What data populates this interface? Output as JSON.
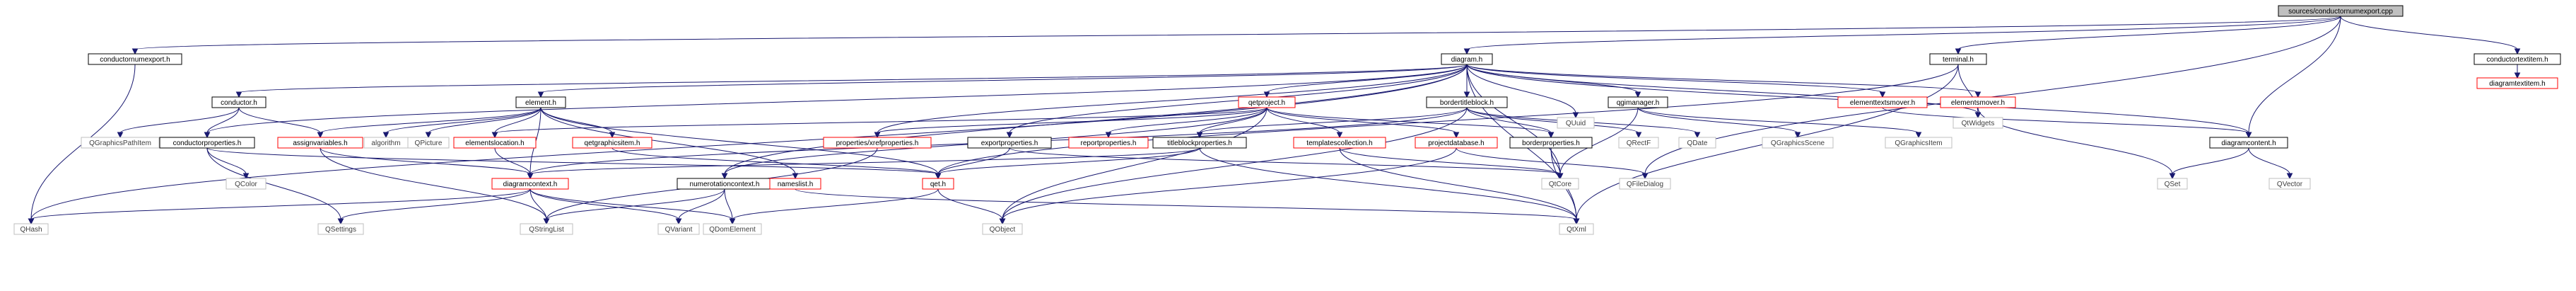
{
  "colors": {
    "edge": "#191970",
    "root_fill": "#bfbfbf",
    "documented_border": "#000000",
    "undocumented_border": "#ff0000",
    "system_header_border": "#bfbfbf",
    "system_header_text": "#3f3f3f",
    "text": "#000000"
  },
  "nodes": [
    {
      "id": "root",
      "label": "sources/conductornumexport.cpp",
      "kind": "root"
    },
    {
      "id": "conductornumexport_h",
      "label": "conductornumexport.h",
      "kind": "doc"
    },
    {
      "id": "diagram_h",
      "label": "diagram.h",
      "kind": "doc"
    },
    {
      "id": "terminal_h",
      "label": "terminal.h",
      "kind": "doc"
    },
    {
      "id": "conductortextitem_h",
      "label": "conductortextitem.h",
      "kind": "doc"
    },
    {
      "id": "diagramtextitem_h",
      "label": "diagramtextitem.h",
      "kind": "red"
    },
    {
      "id": "conductor_h",
      "label": "conductor.h",
      "kind": "doc"
    },
    {
      "id": "element_h",
      "label": "element.h",
      "kind": "doc"
    },
    {
      "id": "qetproject_h",
      "label": "qetproject.h",
      "kind": "red"
    },
    {
      "id": "bordertitleblock_h",
      "label": "bordertitleblock.h",
      "kind": "doc"
    },
    {
      "id": "qgimanager_h",
      "label": "qgimanager.h",
      "kind": "doc"
    },
    {
      "id": "elementtextsmover_h",
      "label": "elementtextsmover.h",
      "kind": "red"
    },
    {
      "id": "elementsmover_h",
      "label": "elementsmover.h",
      "kind": "red"
    },
    {
      "id": "QWidgets",
      "label": "QtWidgets",
      "kind": "sys"
    },
    {
      "id": "QUuid",
      "label": "QUuid",
      "kind": "sys"
    },
    {
      "id": "diagramcontent_h",
      "label": "diagramcontent.h",
      "kind": "doc"
    },
    {
      "id": "QGraphicsPathItem",
      "label": "QGraphicsPathItem",
      "kind": "sys"
    },
    {
      "id": "conductorproperties_h",
      "label": "conductorproperties.h",
      "kind": "doc"
    },
    {
      "id": "assignvariables_h",
      "label": "assignvariables.h",
      "kind": "red"
    },
    {
      "id": "algorithm",
      "label": "algorithm",
      "kind": "sys"
    },
    {
      "id": "QPicture",
      "label": "QPicture",
      "kind": "sys"
    },
    {
      "id": "elementslocation_h",
      "label": "elementslocation.h",
      "kind": "red"
    },
    {
      "id": "qetgraphicsitem_h",
      "label": "qetgraphicsitem.h",
      "kind": "red"
    },
    {
      "id": "properties_xrefproperties_h",
      "label": "properties/xrefproperties.h",
      "kind": "red"
    },
    {
      "id": "exportproperties_h",
      "label": "exportproperties.h",
      "kind": "doc"
    },
    {
      "id": "reportproperties_h",
      "label": "reportproperties.h",
      "kind": "red"
    },
    {
      "id": "titleblockproperties_h",
      "label": "titleblockproperties.h",
      "kind": "doc"
    },
    {
      "id": "templatescollection_h",
      "label": "templatescollection.h",
      "kind": "red"
    },
    {
      "id": "projectdatabase_h",
      "label": "projectdatabase.h",
      "kind": "red"
    },
    {
      "id": "borderproperties_h",
      "label": "borderproperties.h",
      "kind": "doc"
    },
    {
      "id": "QRectF",
      "label": "QRectF",
      "kind": "sys"
    },
    {
      "id": "QDate",
      "label": "QDate",
      "kind": "sys"
    },
    {
      "id": "QGraphicsScene",
      "label": "QGraphicsScene",
      "kind": "sys"
    },
    {
      "id": "QGraphicsItem",
      "label": "QGraphicsItem",
      "kind": "sys"
    },
    {
      "id": "QSet",
      "label": "QSet",
      "kind": "sys"
    },
    {
      "id": "QVector",
      "label": "QVector",
      "kind": "sys"
    },
    {
      "id": "QColor",
      "label": "QColor",
      "kind": "sys"
    },
    {
      "id": "diagramcontext_h",
      "label": "diagramcontext.h",
      "kind": "red"
    },
    {
      "id": "numerotationcontext_h",
      "label": "numerotationcontext.h",
      "kind": "doc"
    },
    {
      "id": "nameslist_h",
      "label": "nameslist.h",
      "kind": "red"
    },
    {
      "id": "qet_h",
      "label": "qet.h",
      "kind": "red"
    },
    {
      "id": "QtCore",
      "label": "QtCore",
      "kind": "sys"
    },
    {
      "id": "QFileDialog",
      "label": "QFileDialog",
      "kind": "sys"
    },
    {
      "id": "QHash",
      "label": "QHash",
      "kind": "sys"
    },
    {
      "id": "QSettings",
      "label": "QSettings",
      "kind": "sys"
    },
    {
      "id": "QStringList",
      "label": "QStringList",
      "kind": "sys"
    },
    {
      "id": "QVariant",
      "label": "QVariant",
      "kind": "sys"
    },
    {
      "id": "QDomElement",
      "label": "QDomElement",
      "kind": "sys"
    },
    {
      "id": "QObject",
      "label": "QObject",
      "kind": "sys"
    },
    {
      "id": "QtXml",
      "label": "QtXml",
      "kind": "sys"
    }
  ],
  "edges": [
    [
      "root",
      "conductornumexport_h"
    ],
    [
      "root",
      "diagram_h"
    ],
    [
      "root",
      "terminal_h"
    ],
    [
      "root",
      "conductortextitem_h"
    ],
    [
      "root",
      "diagramcontent_h"
    ],
    [
      "root",
      "QFileDialog"
    ],
    [
      "conductornumexport_h",
      "QHash"
    ],
    [
      "conductortextitem_h",
      "diagramtextitem_h"
    ],
    [
      "diagram_h",
      "conductor_h"
    ],
    [
      "diagram_h",
      "element_h"
    ],
    [
      "diagram_h",
      "qetproject_h"
    ],
    [
      "diagram_h",
      "bordertitleblock_h"
    ],
    [
      "diagram_h",
      "qgimanager_h"
    ],
    [
      "diagram_h",
      "elementtextsmover_h"
    ],
    [
      "diagram_h",
      "elementsmover_h"
    ],
    [
      "diagram_h",
      "QWidgets"
    ],
    [
      "diagram_h",
      "QUuid"
    ],
    [
      "diagram_h",
      "diagramcontent_h"
    ],
    [
      "diagram_h",
      "conductorproperties_h"
    ],
    [
      "diagram_h",
      "exportproperties_h"
    ],
    [
      "diagram_h",
      "properties_xrefproperties_h"
    ],
    [
      "diagram_h",
      "numerotationcontext_h"
    ],
    [
      "diagram_h",
      "QtCore"
    ],
    [
      "diagram_h",
      "QtXml"
    ],
    [
      "diagram_h",
      "QHash"
    ],
    [
      "terminal_h",
      "QWidgets"
    ],
    [
      "terminal_h",
      "qet_h"
    ],
    [
      "terminal_h",
      "QtXml"
    ],
    [
      "conductor_h",
      "QGraphicsPathItem"
    ],
    [
      "conductor_h",
      "conductorproperties_h"
    ],
    [
      "conductor_h",
      "assignvariables_h"
    ],
    [
      "element_h",
      "assignvariables_h"
    ],
    [
      "element_h",
      "algorithm"
    ],
    [
      "element_h",
      "QPicture"
    ],
    [
      "element_h",
      "elementslocation_h"
    ],
    [
      "element_h",
      "qetgraphicsitem_h"
    ],
    [
      "element_h",
      "nameslist_h"
    ],
    [
      "element_h",
      "qet_h"
    ],
    [
      "element_h",
      "diagramcontext_h"
    ],
    [
      "qetproject_h",
      "elementslocation_h"
    ],
    [
      "qetproject_h",
      "properties_xrefproperties_h"
    ],
    [
      "qetproject_h",
      "reportproperties_h"
    ],
    [
      "qetproject_h",
      "titleblockproperties_h"
    ],
    [
      "qetproject_h",
      "templatescollection_h"
    ],
    [
      "qetproject_h",
      "projectdatabase_h"
    ],
    [
      "qetproject_h",
      "borderproperties_h"
    ],
    [
      "qetproject_h",
      "numerotationcontext_h"
    ],
    [
      "qetproject_h",
      "QObject"
    ],
    [
      "bordertitleblock_h",
      "titleblockproperties_h"
    ],
    [
      "bordertitleblock_h",
      "borderproperties_h"
    ],
    [
      "bordertitleblock_h",
      "QRectF"
    ],
    [
      "bordertitleblock_h",
      "QDate"
    ],
    [
      "bordertitleblock_h",
      "QObject"
    ],
    [
      "bordertitleblock_h",
      "diagramcontext_h"
    ],
    [
      "qgimanager_h",
      "QGraphicsScene"
    ],
    [
      "qgimanager_h",
      "QGraphicsItem"
    ],
    [
      "qgimanager_h",
      "QtCore"
    ],
    [
      "elementtextsmover_h",
      "diagramcontent_h"
    ],
    [
      "elementsmover_h",
      "QSet"
    ],
    [
      "diagramcontent_h",
      "QSet"
    ],
    [
      "diagramcontent_h",
      "QVector"
    ],
    [
      "conductorproperties_h",
      "QColor"
    ],
    [
      "conductorproperties_h",
      "qet_h"
    ],
    [
      "conductorproperties_h",
      "QSettings"
    ],
    [
      "assignvariables_h",
      "diagramcontext_h"
    ],
    [
      "assignvariables_h",
      "QStringList"
    ],
    [
      "elementslocation_h",
      "diagramcontext_h"
    ],
    [
      "qetgraphicsitem_h",
      "qet_h"
    ],
    [
      "properties_xrefproperties_h",
      "QStringList"
    ],
    [
      "exportproperties_h",
      "qet_h"
    ],
    [
      "exportproperties_h",
      "QtCore"
    ],
    [
      "titleblockproperties_h",
      "diagramcontext_h"
    ],
    [
      "titleblockproperties_h",
      "qet_h"
    ],
    [
      "titleblockproperties_h",
      "QtXml"
    ],
    [
      "templatescollection_h",
      "QtCore"
    ],
    [
      "templatescollection_h",
      "QtXml"
    ],
    [
      "projectdatabase_h",
      "QObject"
    ],
    [
      "projectdatabase_h",
      "QFileDialog"
    ],
    [
      "borderproperties_h",
      "QtCore"
    ],
    [
      "borderproperties_h",
      "QtXml"
    ],
    [
      "diagramcontext_h",
      "QHash"
    ],
    [
      "diagramcontext_h",
      "QSettings"
    ],
    [
      "diagramcontext_h",
      "QStringList"
    ],
    [
      "diagramcontext_h",
      "QVariant"
    ],
    [
      "diagramcontext_h",
      "QDomElement"
    ],
    [
      "numerotationcontext_h",
      "QStringList"
    ],
    [
      "numerotationcontext_h",
      "QVariant"
    ],
    [
      "numerotationcontext_h",
      "QDomElement"
    ],
    [
      "nameslist_h",
      "QtXml"
    ],
    [
      "qet_h",
      "QDomElement"
    ],
    [
      "qet_h",
      "QObject"
    ]
  ]
}
